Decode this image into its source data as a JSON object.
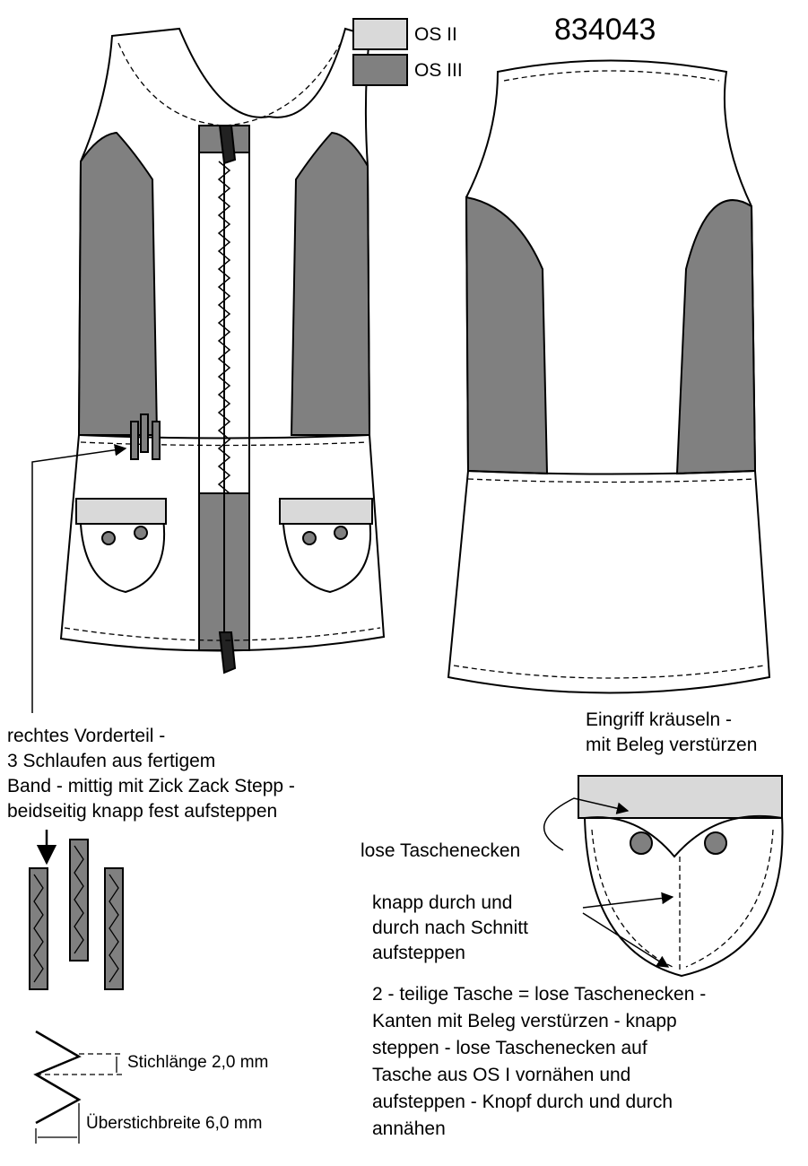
{
  "style_number": "834043",
  "legend": [
    {
      "label": "OS II",
      "color": "#d9d9d9"
    },
    {
      "label": "OS III",
      "color": "#808080"
    }
  ],
  "colors": {
    "os2": "#d9d9d9",
    "os3": "#808080",
    "os1": "#ffffff",
    "outline": "#000000"
  },
  "notes": {
    "loops": [
      "rechtes Vorderteil -",
      "3 Schlaufen aus fertigem",
      "Band - mittig mit Zick Zack Stepp -",
      "beidseitig knapp fest aufsteppen"
    ],
    "gather": [
      "Eingriff kräuseln -",
      "mit Beleg verstürzen"
    ],
    "loose_corners": "lose Taschenecken",
    "stitch_through": [
      "knapp durch und",
      "durch nach Schnitt",
      "aufsteppen"
    ],
    "pocket": [
      "2 - teilige Tasche = lose Taschenecken -",
      "Kanten mit Beleg verstürzen - knapp",
      "steppen - lose Taschenecken auf",
      "Tasche aus OS I vornähen und",
      "aufsteppen - Knopf durch und durch",
      "annähen"
    ],
    "stitch_length": "Stichlänge 2,0 mm",
    "stitch_width": "Überstichbreite 6,0 mm"
  }
}
